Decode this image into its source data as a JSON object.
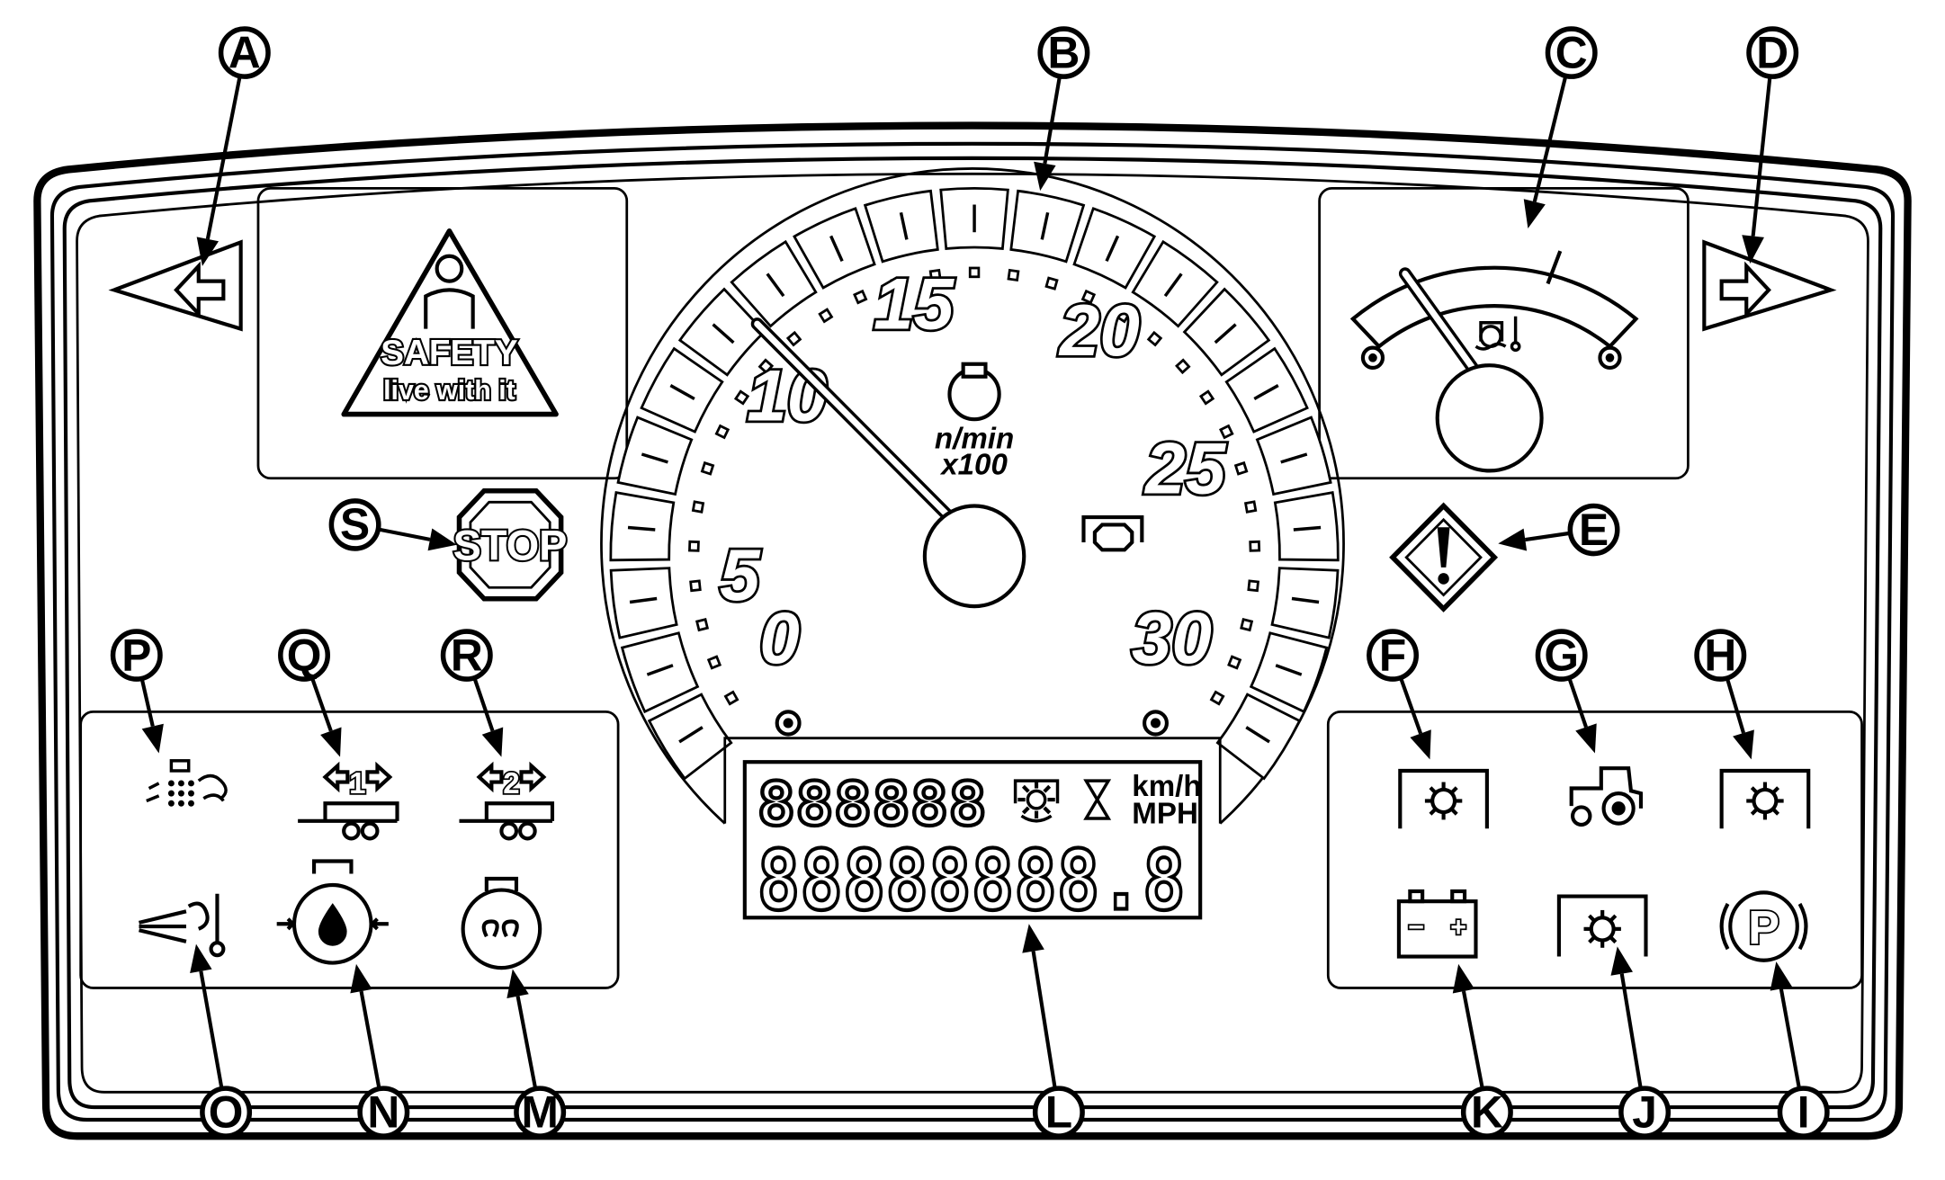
{
  "callouts": [
    {
      "key": "a",
      "letter": "A"
    },
    {
      "key": "b",
      "letter": "B"
    },
    {
      "key": "c",
      "letter": "C"
    },
    {
      "key": "d",
      "letter": "D"
    },
    {
      "key": "e",
      "letter": "E"
    },
    {
      "key": "f",
      "letter": "F"
    },
    {
      "key": "g",
      "letter": "G"
    },
    {
      "key": "h",
      "letter": "H"
    },
    {
      "key": "i",
      "letter": "I"
    },
    {
      "key": "j",
      "letter": "J"
    },
    {
      "key": "k",
      "letter": "K"
    },
    {
      "key": "l",
      "letter": "L"
    },
    {
      "key": "m",
      "letter": "M"
    },
    {
      "key": "n",
      "letter": "N"
    },
    {
      "key": "o",
      "letter": "O"
    },
    {
      "key": "p",
      "letter": "P"
    },
    {
      "key": "q",
      "letter": "Q"
    },
    {
      "key": "r",
      "letter": "R"
    },
    {
      "key": "s",
      "letter": "S"
    }
  ],
  "tachometer": {
    "scale_labels": [
      "0",
      "5",
      "10",
      "15",
      "20",
      "25",
      "30"
    ],
    "unit_line1": "n/min",
    "unit_line2": "x100"
  },
  "safety_panel": {
    "word": "SAFETY",
    "slogan": "live with it"
  },
  "stop_light": {
    "text": "STOP"
  },
  "lcd": {
    "row1": "888888",
    "row2": "88888888.8",
    "unit_kmh": "km/h",
    "unit_mph": "MPH"
  },
  "indicators": {
    "trailer1_number": "1",
    "trailer2_number": "2",
    "battery_minus": "−",
    "battery_plus": "+",
    "park_letter": "P"
  },
  "icons": [
    "turn-left-arrow-icon",
    "turn-right-arrow-icon",
    "engine-coolant-temperature-icon",
    "warning-diamond-icon",
    "transmission-gear-icon",
    "tractor-icon",
    "pto-gear-icon",
    "parking-brake-icon",
    "gear-fault-icon",
    "battery-icon",
    "glow-plug-icon",
    "engine-oil-pressure-icon",
    "air-intake-temperature-icon",
    "air-filter-icon",
    "trailer-1-icon",
    "trailer-2-icon",
    "stop-icon",
    "safety-logo-icon"
  ]
}
